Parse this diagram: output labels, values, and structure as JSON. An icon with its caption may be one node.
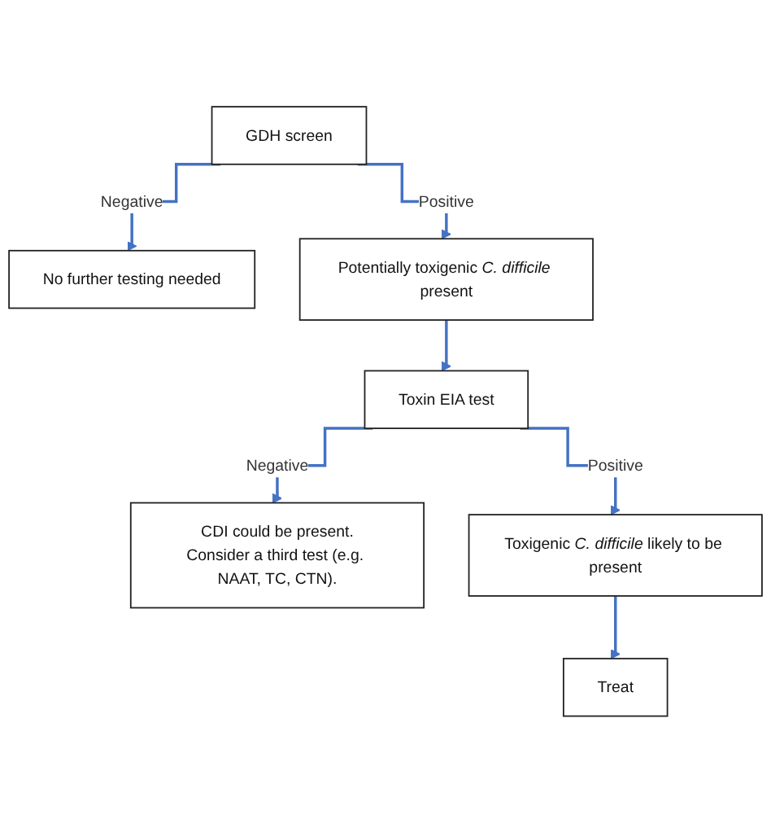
{
  "diagram": {
    "nodes": [
      {
        "text": [
          "GDH screen"
        ]
      },
      {
        "text": [
          "No further testing needed"
        ]
      },
      {
        "text": [
          "Potentially toxigenic *C. difficile* present"
        ]
      },
      {
        "text": [
          "Toxin EIA test"
        ]
      },
      {
        "text": [
          "CDI could be present.",
          "Consider a third test (e.g. NAAT, TC, CTN)."
        ]
      },
      {
        "text": [
          "Toxigenic *C. difficile* likely to be present"
        ]
      },
      {
        "text": [
          "Treat"
        ]
      }
    ],
    "edges": [
      {
        "from": 0,
        "to": 1,
        "arrow": "to",
        "label": "Negative"
      },
      {
        "from": 0,
        "to": 2,
        "arrow": "to",
        "label": "Positive"
      },
      {
        "from": 2,
        "to": 3,
        "arrow": "to"
      },
      {
        "from": 3,
        "to": 4,
        "arrow": "to",
        "label": "Negative"
      },
      {
        "from": 3,
        "to": 5,
        "arrow": "to",
        "label": "Positive"
      },
      {
        "from": 5,
        "to": 6,
        "arrow": "to"
      }
    ]
  }
}
